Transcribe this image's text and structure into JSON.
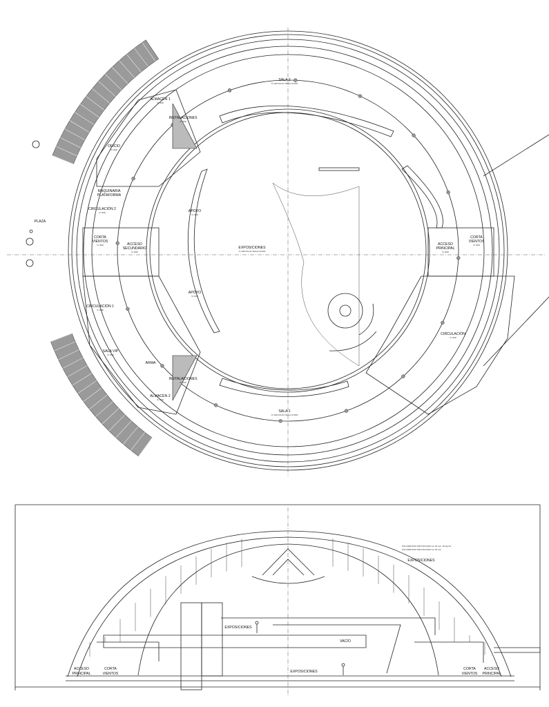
{
  "plan": {
    "rooms": [
      {
        "name": "SALA 2",
        "sub": "S= 0000  FALSO TECHO H=0000"
      },
      {
        "name": "SALA 1",
        "sub": "S= 0000  FALSO TECHO H=0000"
      },
      {
        "name": "EXPOSICIONES",
        "sub": "S= 0000  FALSO TECHO H=0000"
      },
      {
        "name": "ACCESO",
        "name2": "SECUNDARIO",
        "sub": "S= 0000"
      },
      {
        "name": "ACCESO",
        "name2": "PRINCIPAL",
        "sub": "S= 0000"
      },
      {
        "name": "CORTA",
        "name2": "VIENTOS",
        "sub": "S= 0000"
      },
      {
        "name": "CORTA",
        "name2": "VIENTOS",
        "sub": "S= 0000"
      },
      {
        "name": "ALMACÉN 1",
        "sub": "S= 0000"
      },
      {
        "name": "ALMACÉN 2",
        "sub": "S= 0000"
      },
      {
        "name": "INSTALACIONES",
        "sub": "S= 0000"
      },
      {
        "name": "INSTALACIONES",
        "sub": "S= 0000"
      },
      {
        "name": "OFICIO",
        "sub": "S= 0000"
      },
      {
        "name": "MAQUINARIA",
        "name2": "PLATAFORMA",
        "sub": ""
      },
      {
        "name": "CIRCULACIÓN 2",
        "sub": "S= 0000"
      },
      {
        "name": "CIRCULACIÓN 1",
        "sub": "S= 0000"
      },
      {
        "name": "SALA VIP",
        "sub": "S= 0000"
      },
      {
        "name": "ARMA",
        "sub": ""
      },
      {
        "name": "APOYO",
        "sub": "S= 0000"
      },
      {
        "name": "APOYO",
        "sub": "S= 0000"
      },
      {
        "name": "CIRCULACIÓN",
        "sub": "S= 0000"
      }
    ],
    "plaza_label": "PLAZA"
  },
  "section": {
    "insulation_1": "POLIURETANO PROYECTADO en 30 mm. 30 kg/m3",
    "insulation_2": "POLIURETANO PROYECTADO en 30 mm",
    "labels": [
      "EXPOSICIONES",
      "EXPOSICIONES",
      "VACÍO",
      "EXPOSICIONES"
    ],
    "left_access": [
      "ACCESO",
      "PRINCIPAL"
    ],
    "left_wind": [
      "CORTA",
      "VIENTOS"
    ],
    "right_wind": [
      "CORTA",
      "VIENTOS"
    ],
    "right_access": [
      "ACCESO",
      "PRINCIPAL"
    ]
  },
  "colors": {
    "line": "#222222",
    "hatch": "#9a9a9a"
  }
}
